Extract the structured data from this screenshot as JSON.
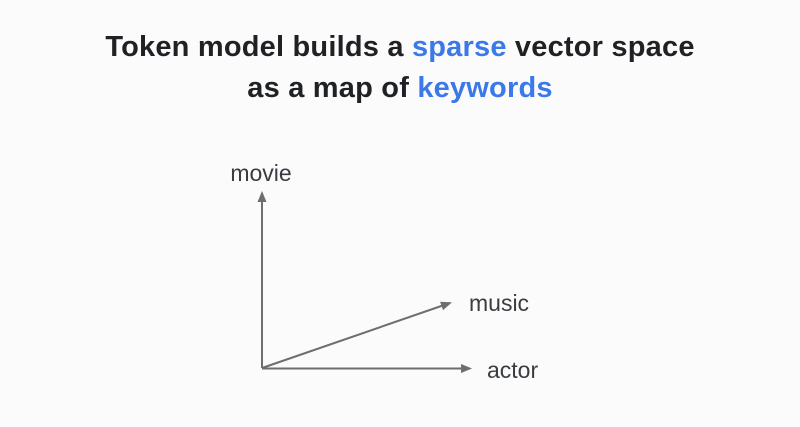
{
  "title": {
    "line1": [
      {
        "text": "Token model builds a ",
        "highlight": false
      },
      {
        "text": "sparse",
        "highlight": true
      },
      {
        "text": " vector space",
        "highlight": false
      }
    ],
    "line2": [
      {
        "text": "as a map of ",
        "highlight": false
      },
      {
        "text": "keywords",
        "highlight": true
      }
    ]
  },
  "diagram": {
    "type": "vector-space-axes",
    "axes": [
      {
        "label": "movie",
        "direction": "up"
      },
      {
        "label": "music",
        "direction": "up-right"
      },
      {
        "label": "actor",
        "direction": "right"
      }
    ]
  },
  "colors": {
    "background": "#fbfbfb",
    "title_text": "#1f2124",
    "highlight_blue": "#3b78e8",
    "axis_line": "#6e6e6e",
    "axis_label": "#393d41"
  }
}
